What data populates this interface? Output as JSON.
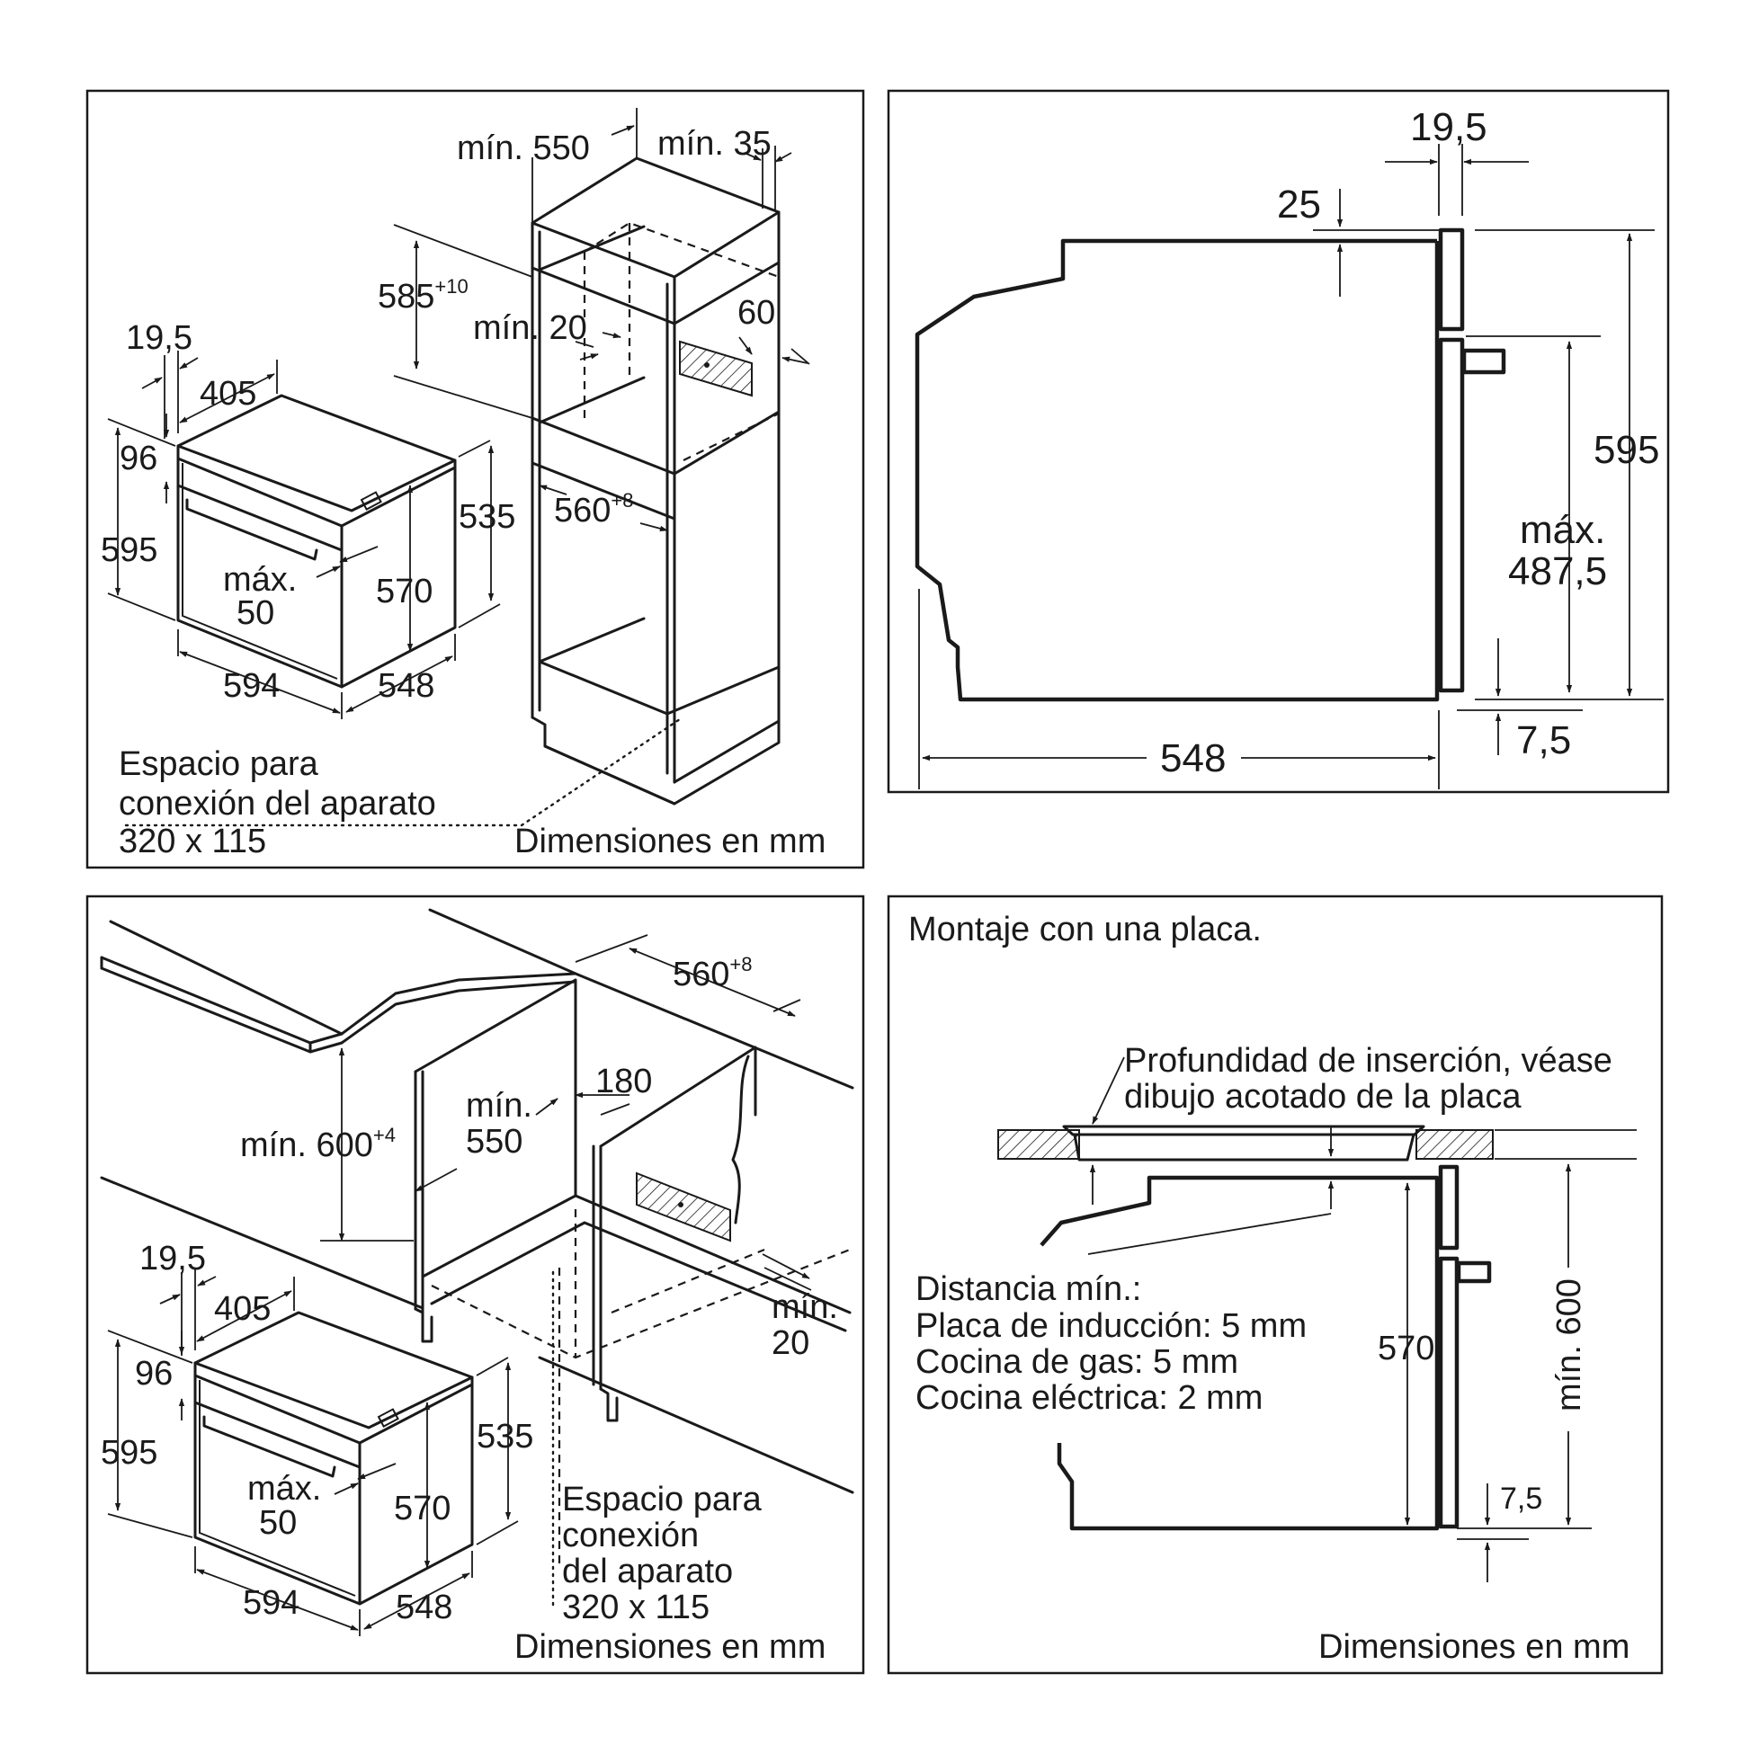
{
  "common": {
    "units_caption": "Dimensiones en mm"
  },
  "panel_top_left": {
    "labels": {
      "min_550": "mín. 550",
      "min_35": "mín. 35",
      "dim_585": "585",
      "dim_585_sup": "+10",
      "min_20": "mín. 20",
      "dim_60": "60",
      "dim_19_5": "19,5",
      "dim_405": "405",
      "dim_96": "96",
      "dim_595": "595",
      "dim_535": "535",
      "dim_560": "560",
      "dim_560_sup": "+8",
      "max": "máx.",
      "max_50": "50",
      "dim_570": "570",
      "dim_594": "594",
      "dim_548": "548"
    },
    "connection_note": [
      "Espacio para",
      "conexión del aparato",
      "320 x 115"
    ]
  },
  "panel_top_right": {
    "labels": {
      "dim_19_5": "19,5",
      "dim_25": "25",
      "dim_595": "595",
      "max": "máx.",
      "max_487_5": "487,5",
      "dim_548": "548",
      "dim_7_5": "7,5"
    }
  },
  "panel_bottom_left": {
    "labels": {
      "dim_560": "560",
      "dim_560_sup": "+8",
      "dim_180": "180",
      "min_600": "mín. 600",
      "min_600_sup": "+4",
      "min": "mín.",
      "min_550_val": "550",
      "dim_19_5": "19,5",
      "dim_405": "405",
      "dim_96": "96",
      "dim_595": "595",
      "dim_535": "535",
      "max": "máx.",
      "max_50": "50",
      "dim_570": "570",
      "dim_594": "594",
      "dim_548": "548",
      "min_20_a": "mín.",
      "min_20_b": "20"
    },
    "connection_note": [
      "Espacio para",
      "conexión",
      "del aparato",
      "320 x 115"
    ]
  },
  "panel_bottom_right": {
    "title": "Montaje con una placa.",
    "insertion_note": [
      "Profundidad de inserción, véase",
      "dibujo acotado de la placa"
    ],
    "distance_note": [
      "Distancia mín.:",
      "Placa de inducción: 5 mm",
      "Cocina de gas: 5 mm",
      "Cocina eléctrica: 2 mm"
    ],
    "labels": {
      "dim_570": "570",
      "min_600": "mín. 600",
      "dim_7_5": "7,5"
    }
  }
}
